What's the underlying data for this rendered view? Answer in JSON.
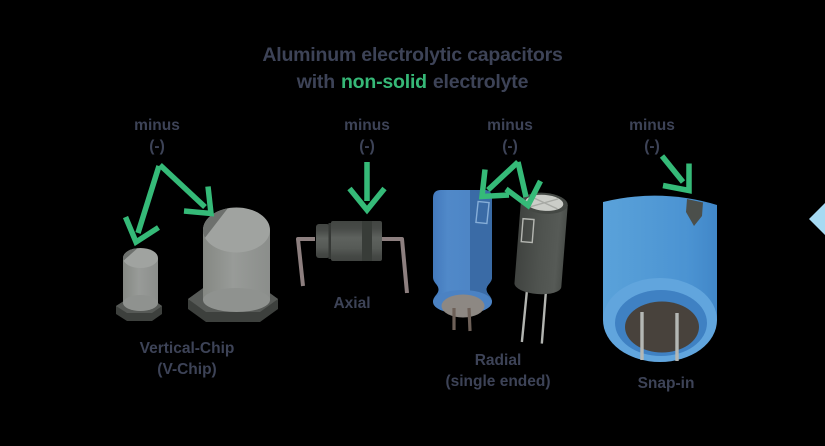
{
  "title": {
    "line1": "Aluminum electrolytic capacitors",
    "line2_prefix": "with",
    "line2_highlight": "non-solid",
    "line2_suffix": "electrolyte"
  },
  "minus_label": {
    "line1": "minus",
    "line2": "(-)"
  },
  "capacitors": {
    "v_chip": {
      "caption_line1": "Vertical-Chip",
      "caption_line2": "(V-Chip)"
    },
    "axial": {
      "caption": "Axial"
    },
    "radial": {
      "caption_line1": "Radial",
      "caption_line2": "(single ended)"
    },
    "snap_in": {
      "caption": "Snap-in"
    }
  },
  "colors": {
    "background": "#000000",
    "text_navy": "#3d4357",
    "highlight_green": "#36b877",
    "arrow_green": "#35ba78",
    "vchip_body_gray": "#8f928f",
    "vchip_top_gray": "#a0a3a0",
    "vchip_minus_wedge": "#6d706d",
    "vchip_base_dark": "#3d403d",
    "axial_body_dark": "#4c504c",
    "axial_minus_band": "#383c38",
    "lead_taupe": "#8d7f7f",
    "radial_blue": "#4b82c3",
    "radial_blue_stripe": "#3a6ba6",
    "radial_dark_body": "#4b4f4c",
    "radial_dark_top": "#cbcdc8",
    "snap_in_blue": "#4f98d5",
    "snap_in_bottom_dark": "#48423c",
    "edge_triangle_blue": "#a6daf3"
  }
}
